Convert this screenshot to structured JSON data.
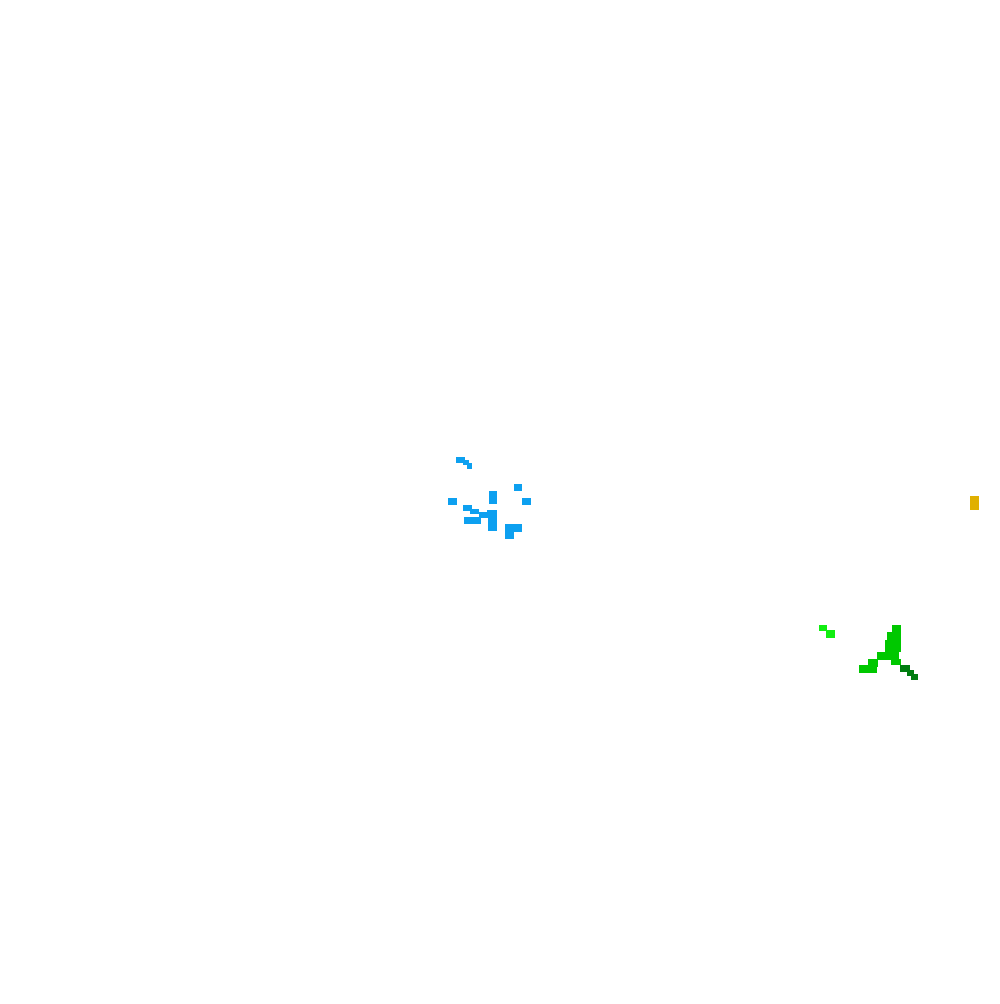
{
  "colors": {
    "background": "#ffffff",
    "blue": "#0da0f0",
    "green": "#00c800",
    "bright_green": "#11ee11",
    "dark_green": "#007d10",
    "gold": "#e0b000"
  },
  "entities": [
    {
      "id": "blue-cluster",
      "color": "blue"
    },
    {
      "id": "green-creature",
      "color": "green"
    },
    {
      "id": "green-sparks",
      "color": "bright_green"
    },
    {
      "id": "green-tail",
      "color": "dark_green"
    },
    {
      "id": "gold-item",
      "color": "gold"
    }
  ]
}
